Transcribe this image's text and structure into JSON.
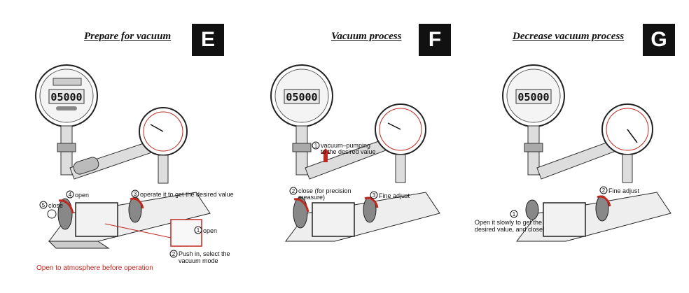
{
  "panels": {
    "e": {
      "title": "Prepare for vacuum",
      "badge": "E",
      "lcd": "05000",
      "labels": {
        "open": "open",
        "close": "close",
        "operate": "operate it to get the desired value",
        "inset_open": "open",
        "push_1": "Push in, select the",
        "push_2": "vacuum mode"
      },
      "note": "Open to atmosphere before operation"
    },
    "f": {
      "title": "Vacuum process",
      "badge": "F",
      "lcd": "05000",
      "labels": {
        "pump_1": "vacuum–pumping",
        "pump_2": "to the desired value",
        "close_1": "close (for precision",
        "close_2": "measure)",
        "fine": "Fine adjust"
      }
    },
    "g": {
      "title": "Decrease vacuum process",
      "badge": "G",
      "lcd": "05000",
      "labels": {
        "open_1": "Open it slowly to get the",
        "open_2": "desired value, and close!",
        "fine": "Fine adjust"
      }
    }
  },
  "colors": {
    "accent_red": "#c0281e",
    "badge_bg": "#111111"
  }
}
